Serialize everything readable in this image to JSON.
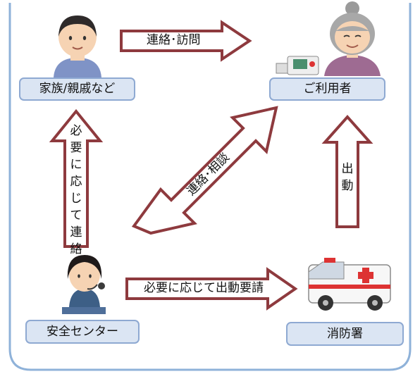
{
  "nodes": {
    "family": "家族/親戚など",
    "user": "ご利用者",
    "center": "安全センター",
    "fire": "消防署"
  },
  "arrows": {
    "family_to_user": "連絡･訪問",
    "center_user": "連絡･相談",
    "center_to_family": "必要に応じて連絡",
    "fire_to_user": "出動",
    "center_to_fire": "必要に応じて出動要請"
  },
  "icons": {
    "family": "man-illustration",
    "user": "elderly-woman-illustration",
    "center": "operator-illustration",
    "fire": "ambulance-illustration",
    "device": "emergency-alarm-device"
  },
  "colors": {
    "arrow_fill": "#ffffff",
    "arrow_stroke": "#8e3a3e",
    "node_fill": "#dbe5f3",
    "node_border": "#8ea9d2",
    "frame": "#8fb2d9"
  }
}
